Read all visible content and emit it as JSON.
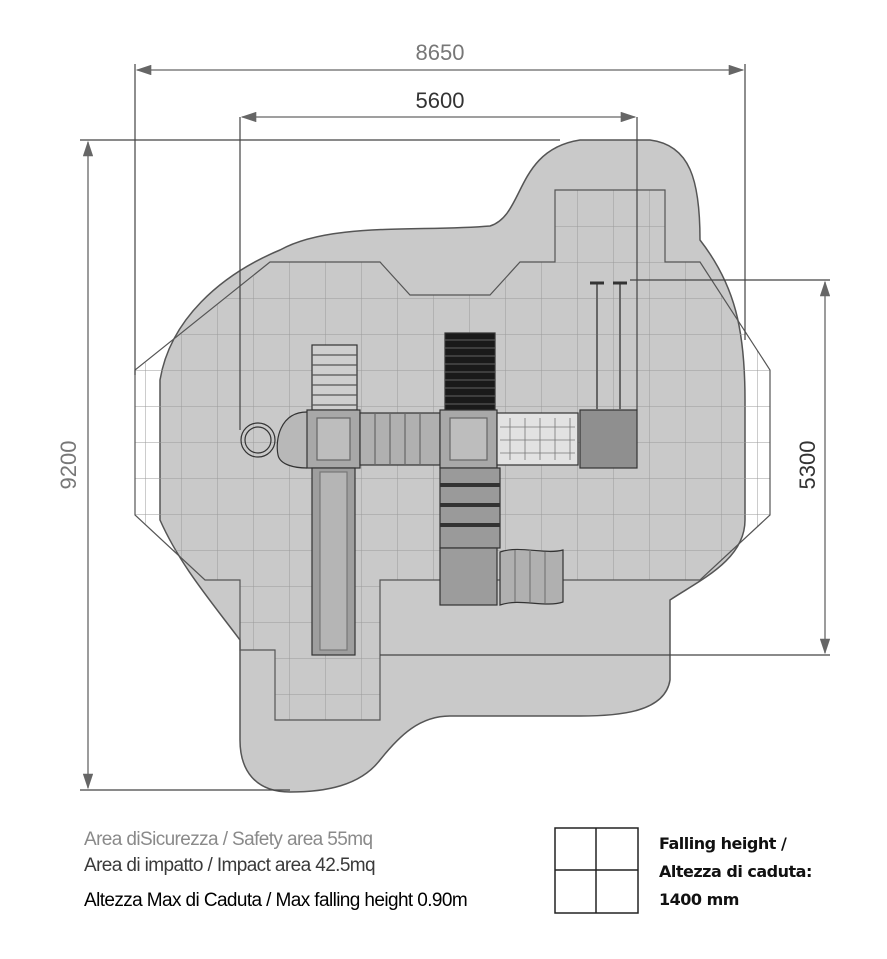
{
  "dimensions": {
    "overall_width": "8650",
    "structure_width": "5600",
    "overall_depth": "9200",
    "structure_depth": "5300"
  },
  "legend": {
    "safety_area": "Area diSicurezza / Safety area 55mq",
    "impact_area": "Area di impatto / Impact area 42.5mq",
    "max_fall_height": "Altezza Max di Caduta / Max falling height 0.90m",
    "tile_label_1": "Falling height /",
    "tile_label_2": "Altezza di caduta:",
    "tile_label_3": "1400 mm"
  },
  "colors": {
    "safety_fill": "#c9c9c9",
    "line": "#555555",
    "safety_text": "#8a8a8a",
    "impact_text": "#3a3a3a"
  }
}
